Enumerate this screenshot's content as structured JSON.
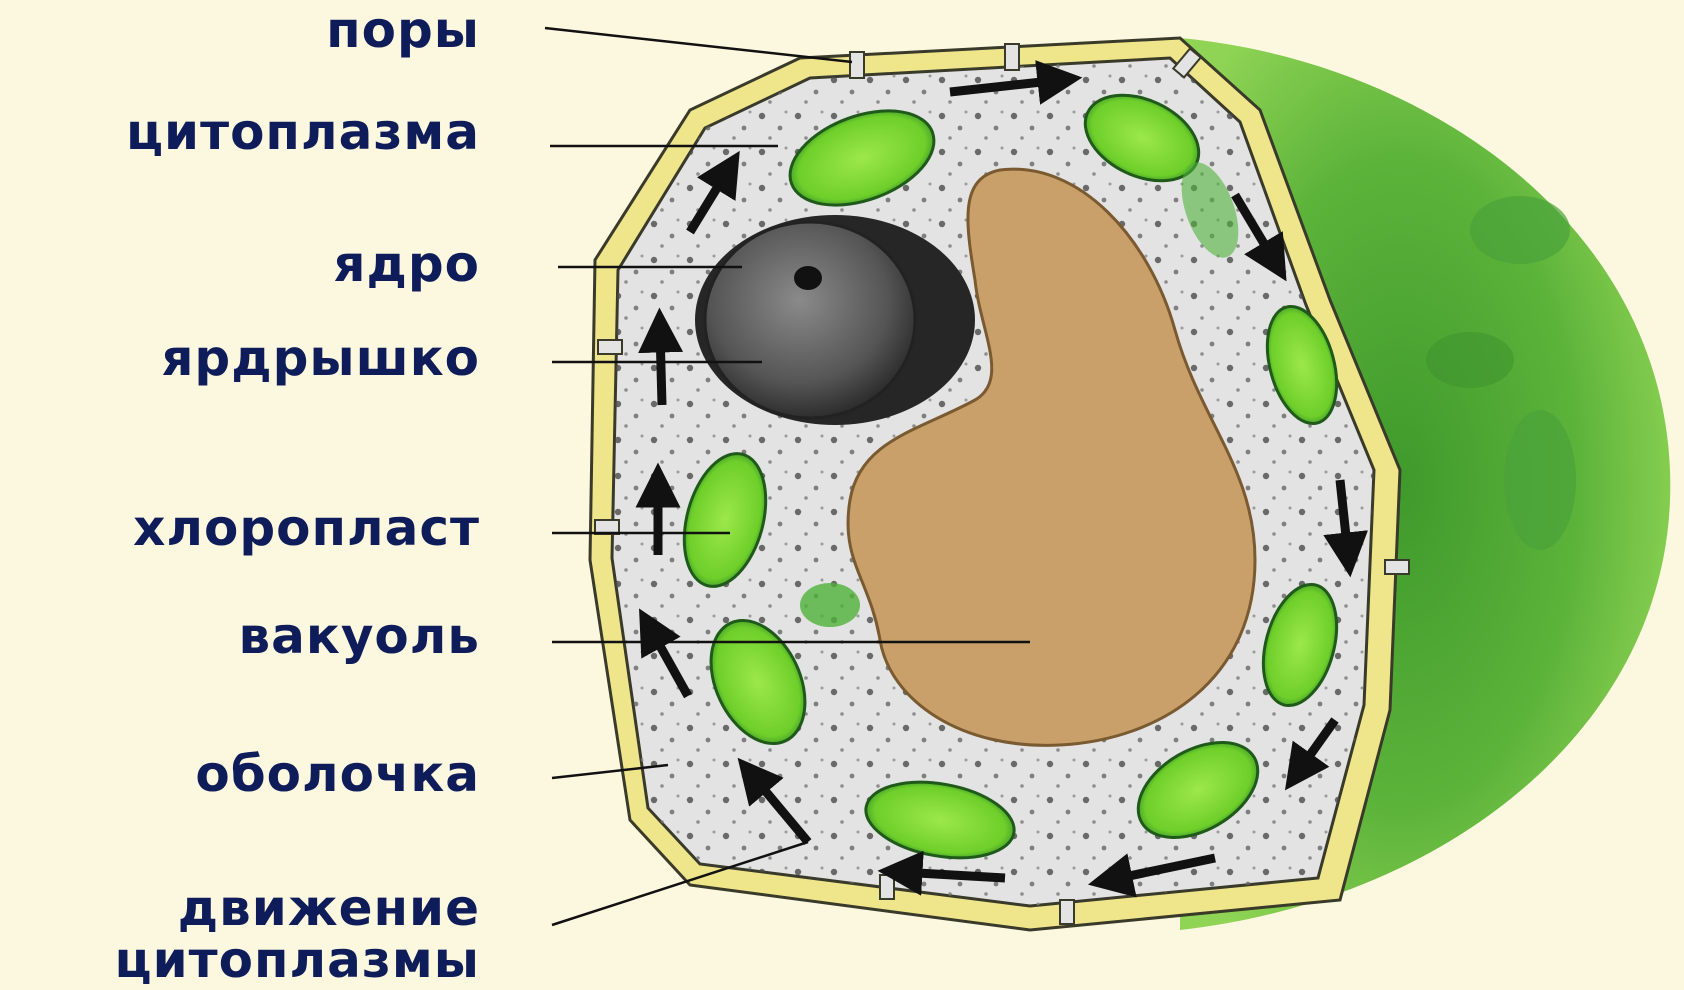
{
  "labels": {
    "pores": "поры",
    "cytoplasm": "цитоплазма",
    "nucleus": "ядро",
    "nucleolus": "ярдрышко",
    "chloroplast": "хлоропласт",
    "vacuole": "вакуоль",
    "membrane": "оболочка",
    "movement_line1": "движение",
    "movement_line2": "цитоплазмы"
  },
  "colors": {
    "background": "#fcf8df",
    "label_text": "#0f1c5a",
    "cell_wall": "#efe68c",
    "cytoplasm": "#e3e3e3",
    "vacuole": "#c9a06a",
    "chloroplast": "#7ddc2c",
    "nucleus": "#555555",
    "neighbor_cell": "#5cb33a",
    "arrows": "#111111"
  }
}
